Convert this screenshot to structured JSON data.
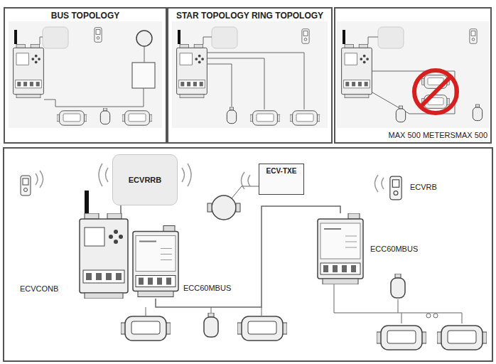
{
  "diagram": {
    "nodes": [
      {
        "text": [
          "BUS TOPOLOGY"
        ]
      },
      {
        "text": [
          "STAR TOPOLOGY RING TOPOLOGY"
        ]
      },
      {
        "text": [
          "MAX 500 METERSMAX 500"
        ]
      },
      {
        "text": [
          "ECVRRB"
        ]
      },
      {
        "text": [
          "ECV-TXE"
        ]
      },
      {
        "text": [
          "ECVRB"
        ]
      },
      {
        "text": [
          "ECVCONB"
        ]
      },
      {
        "text": [
          "ECC60MBUS"
        ]
      },
      {
        "text": [
          "ECC60MBUS"
        ]
      }
    ],
    "edges": [
      {
        "from": 6,
        "to": 3,
        "arrow": "none"
      },
      {
        "from": 7,
        "to": 8,
        "arrow": "none"
      }
    ]
  }
}
